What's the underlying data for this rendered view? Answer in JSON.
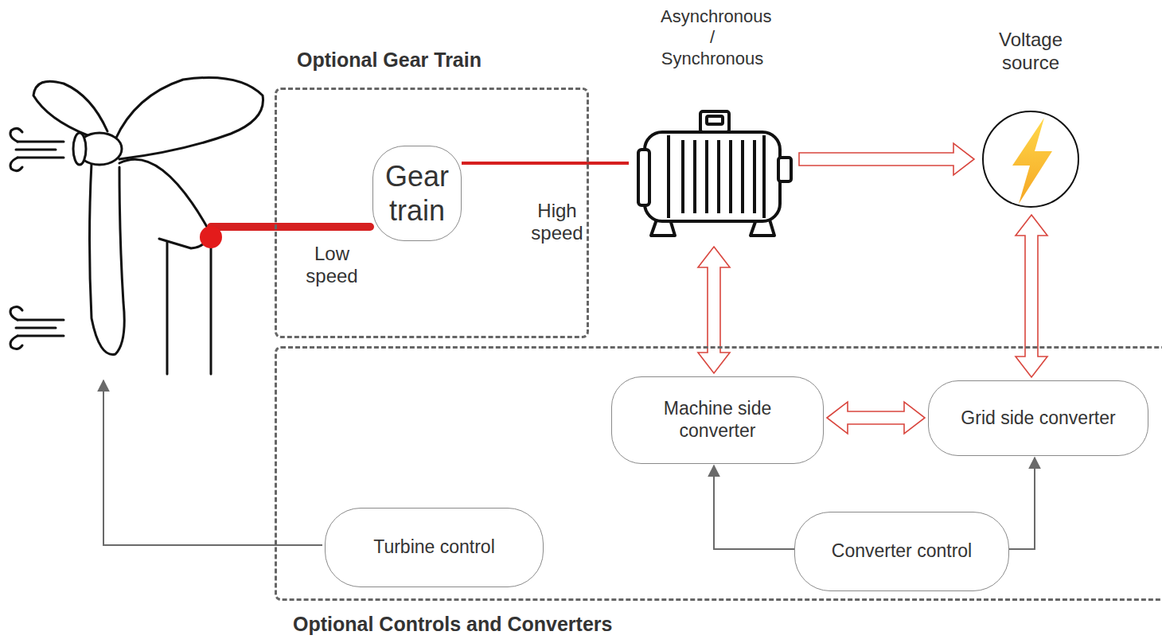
{
  "diagram": {
    "nodes": [
      {
        "text": [
          "Optional Gear Train"
        ]
      },
      {
        "text": [
          "Gear train"
        ],
        "in": 0
      },
      {
        "text": [
          "Asynchronous / Synchronous"
        ]
      },
      {
        "text": [
          "Voltage source"
        ]
      },
      {
        "text": [
          "Optional Controls and Converters"
        ]
      },
      {
        "text": [
          "Machine side converter"
        ],
        "in": 4
      },
      {
        "text": [
          "Grid side converter"
        ],
        "in": 4
      },
      {
        "text": [
          "Turbine control"
        ],
        "in": 4
      },
      {
        "text": [
          "Converter control"
        ],
        "in": 4
      }
    ],
    "edges": [
      {
        "from": 1,
        "to": 2,
        "arrow": "none",
        "label": "High speed"
      },
      {
        "from": 2,
        "to": 3,
        "arrow": "to"
      },
      {
        "from": 2,
        "to": 5,
        "arrow": "both"
      },
      {
        "from": 3,
        "to": 6,
        "arrow": "both"
      },
      {
        "from": 5,
        "to": 6,
        "arrow": "both"
      },
      {
        "from": 8,
        "to": 5,
        "arrow": "to"
      },
      {
        "from": 8,
        "to": 6,
        "arrow": "to"
      }
    ],
    "labels": [
      "Low speed"
    ]
  }
}
